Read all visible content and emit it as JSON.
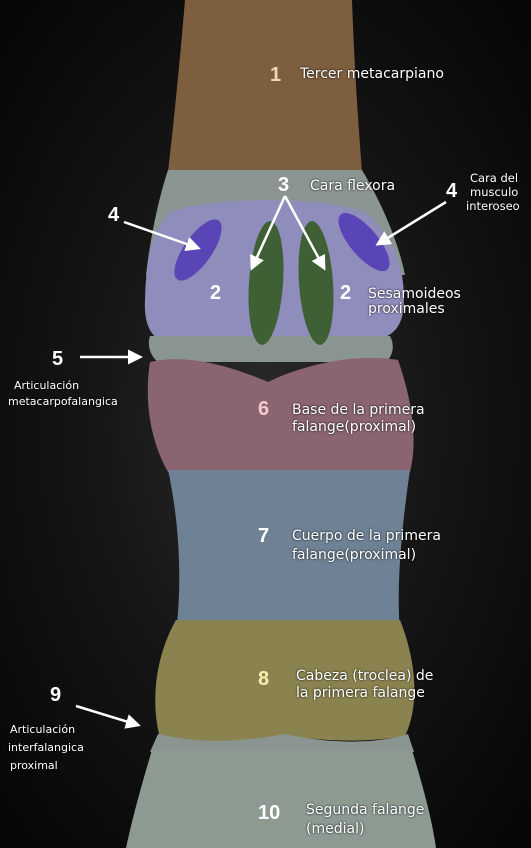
{
  "colors": {
    "metacarpal": "#7d5e3e",
    "joint_band": "#8a9591",
    "sesamoid": "#8f8dbc",
    "flexor_face": "#3f5f34",
    "interosseous_face": "#5a45b6",
    "first_phalanx_base": "#8a6470",
    "first_phalanx_body": "#6e8195",
    "first_phalanx_head": "#8a8350",
    "second_phalanx": "#8c9a92",
    "arrow": "#ffffff",
    "label_text": "#ffffff"
  },
  "labels": {
    "n1": "1",
    "t1": "Tercer metacarpiano",
    "n3": "3",
    "t3": "Cara flexora",
    "n4_left": "4",
    "n4_right": "4",
    "t4_l1": "Cara del",
    "t4_l2": "musculo",
    "t4_l3": "interoseo",
    "n2_left": "2",
    "n2_right": "2",
    "t2_l1": "Sesamoideos",
    "t2_l2": "proximales",
    "n5": "5",
    "t5_l1": "Articulación",
    "t5_l2": "metacarpofalangica",
    "n6": "6",
    "t6_l1": "Base de la primera",
    "t6_l2": "falange(proximal)",
    "n7": "7",
    "t7_l1": "Cuerpo de la primera",
    "t7_l2": "falange(proximal)",
    "n8": "8",
    "t8_l1": "Cabeza (troclea) de",
    "t8_l2": "la primera falange",
    "n9": "9",
    "t9_l1": "Articulación",
    "t9_l2": "interfalangica",
    "t9_l3": "proximal",
    "n10": "10",
    "t10_l1": "Segunda falange",
    "t10_l2": "(medial)"
  }
}
